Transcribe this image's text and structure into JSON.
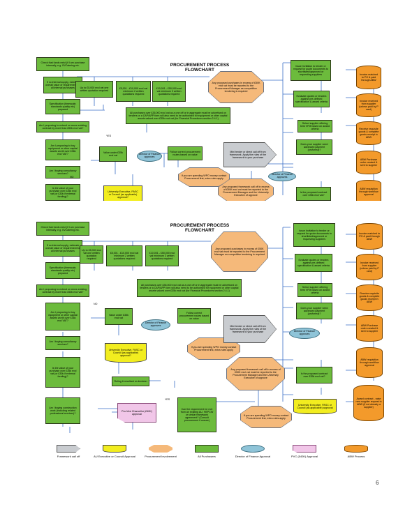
{
  "flowchart": {
    "title_line1": "PROCUREMENT PROCESS",
    "title_line2": "FLOWCHART",
    "boxes": {
      "check_funds": "Check that funds exist (if I am purchase internally, e.g. IS/Catering etc.",
      "internal_supply": "If no internal supply, estimate overall value of requirement for all internal purchases",
      "specification": "Specification (timescale, standards quality etc) prepared",
      "lease_q": "Am I proposing to extend or renew existing contract by more than £50k excl vat?",
      "buy_equipment": "Am I proposing to buy equipment or other capital assets worth over £36k excl VAT?",
      "consultancy": "Am I buying consultancy services?",
      "value_of_purchase": "Is the value of your purchase over £35k excl vat (or £30k if external funding)?",
      "construction": "Am I buying construction work (including related professional services)?",
      "upto_5000": "Up to £5,000 excl vat one written quotation required",
      "q_5000_10000": "£5,001 - £10,000 excl vat minimum 2 written quotations required",
      "q_10000_50000": "£10,001 - £50,000 excl vat minimum 3 written quotations required",
      "all_purchases": "All purchases over £35,000 excl vat as a one off or in aggregate must be advertised on tenders or a CAP/APP form will also need to be authorised for equipment or other capital assets valued over £35k excl vat (for Financial Procedures section 2.4.1)",
      "value_under": "Value under £35k excl vat",
      "follow_correct": "Follow correct procurement routes based on value",
      "spending_wpo": "If you are spending WPO money contact Procurement first, extra rules apply",
      "any_proposed_top": "Any proposed purchases in excess of £50K excl vat must be reported to the Procurement Manager as competitive tendering is required",
      "mini_tender": "Mini tender or direct call off from framework. Apply the rules of the framework to your purchase",
      "any_proposed_framework": "Any proposed framework call off in excess of £50K excl vat must be reported to the Procurement Manager and the University Executive of approve",
      "issue_invitation": "Issue Invitation to tender or request for quote documents to shortlisted/approved or requesting suppliers",
      "evaluate_quotes": "Evaluate quotes or tenders against pre-defined specification & award criteria",
      "select_supplier": "Select supplier offering best VFM based on award criteria",
      "supplier_approval": "Does your supplier need advanced payment (proforma)?",
      "proposed_contract": "Is the proposed contract over £35k excl vat?",
      "univ_exec_top": "University Executive, PASC or Council (as applicable) approval?",
      "ruling_approval": "Ruling & resultant re-decision",
      "can_requirement": "Can the requirement be met from an existing AU, HEPCW or similar framework agreement? (Consult procurement if unsure)",
      "univ_exec_right": "University Executive, PASC or Council (as applicable) approval",
      "prior_chancellor": "Pro-Vice Chancellor (£40K) approval",
      "director_finance": "Director of Finance approves",
      "invoice": "Invoice matched to PO & paid through ABW",
      "invoice_received": "Invoice received from supplier (unless paid by P card)",
      "receive_goods": "Receive requisite goods & complete goods receipt in ABW",
      "abw_purchase_order": "ABW Purchase order created & sent to supplier",
      "abw_requisition": "ABW requisition through workflow approval",
      "award_contract": "Award contract - raise new supplier request in ABW (if not already a supplier)"
    },
    "connectors": {
      "yes": "YES",
      "no": "NO"
    },
    "legend": [
      {
        "label": "Framework call off",
        "shape": "grey-arrow"
      },
      {
        "label": "AU Executive or Council Approval",
        "shape": "yellow-document"
      },
      {
        "label": "Procurement Involvement",
        "shape": "orange-octagon"
      },
      {
        "label": "All Purchasers",
        "shape": "green-box"
      },
      {
        "label": "Director of Finance Approval",
        "shape": "blue-oval"
      },
      {
        "label": "PVC (£40K) Approval",
        "shape": "pink-card"
      },
      {
        "label": "ABW Process",
        "shape": "orange-cylinder"
      }
    ],
    "colors": {
      "green": "#6cbb3c",
      "orange": "#f5b97a",
      "abw_orange": "#f39a2b",
      "yellow": "#f2ed1f",
      "blue": "#8fc4d8",
      "pink": "#f1c6e8",
      "grey": "#c9ccd0",
      "line": "#3a6fc7"
    }
  },
  "page_number": "6"
}
